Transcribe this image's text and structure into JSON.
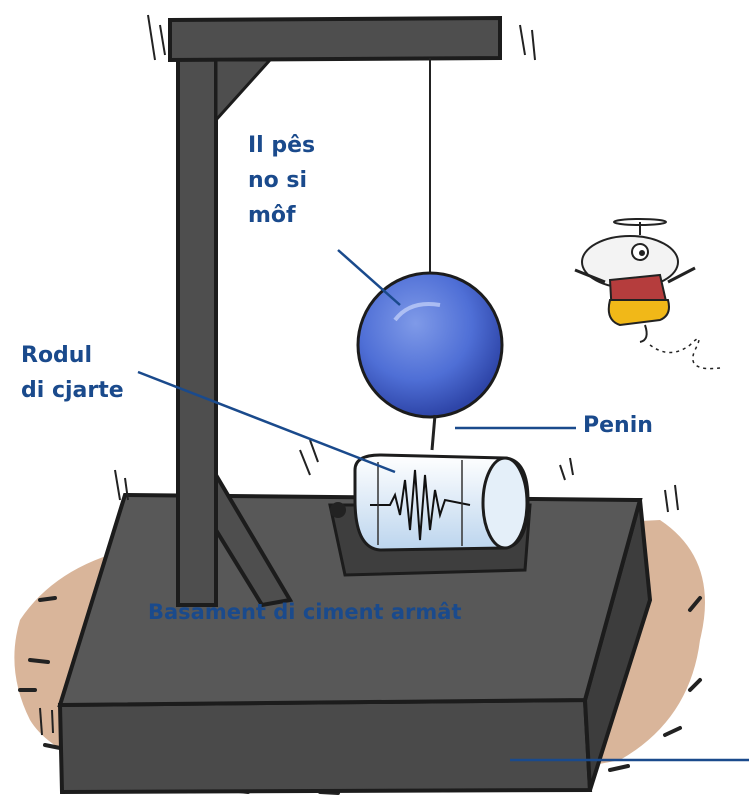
{
  "labels": {
    "weight": [
      "Il pês",
      "no si",
      "môf"
    ],
    "drum": [
      "Rodul",
      "di cjarte"
    ],
    "pen": "Penin",
    "base": "Basament di ciment armât"
  },
  "colors": {
    "label_text": "#1a4a8c",
    "frame": "#4a4a4a",
    "base_top": "#555555",
    "ground": "#d9b59a",
    "sphere": "#4f6fd6",
    "drum": "#e4eff9"
  },
  "icons": [
    "flying-character-icon"
  ]
}
